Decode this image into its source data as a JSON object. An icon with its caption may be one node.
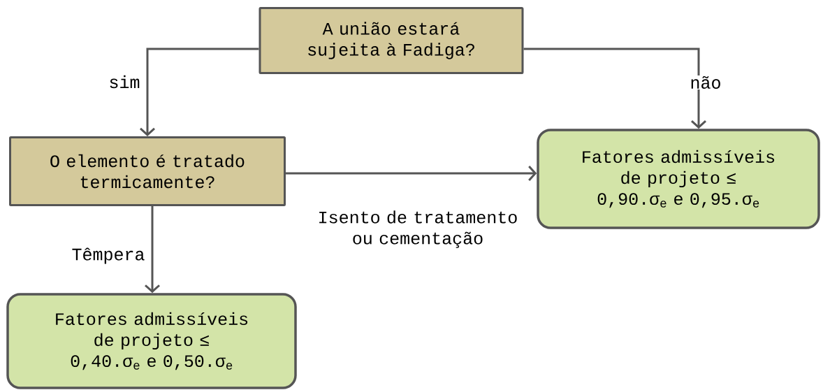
{
  "diagram": {
    "nodes": [
      {
        "text": [
          "A união estará sujeita à Fadiga?"
        ]
      },
      {
        "text": [
          "O elemento é tratado termicamente?"
        ]
      },
      {
        "text": [
          "Fatores admissíveis de projeto ≤ 0,90.σ$_{e}$ e 0,95.σ$_{e}$"
        ]
      },
      {
        "text": [
          "Fatores admissíveis de projeto ≤ 0,40.σ$_{e}$ e 0,50.σ$_{e}$"
        ]
      }
    ],
    "edges": [
      {
        "from": 0,
        "to": 1,
        "arrow": "to",
        "label": "sim"
      },
      {
        "from": 0,
        "to": 2,
        "arrow": "to",
        "label": "não"
      },
      {
        "from": 1,
        "to": 2,
        "arrow": "to",
        "label": "Isento de tratamento ou cementação"
      },
      {
        "from": 1,
        "to": 3,
        "arrow": "to",
        "label": "Têmpera"
      }
    ]
  }
}
